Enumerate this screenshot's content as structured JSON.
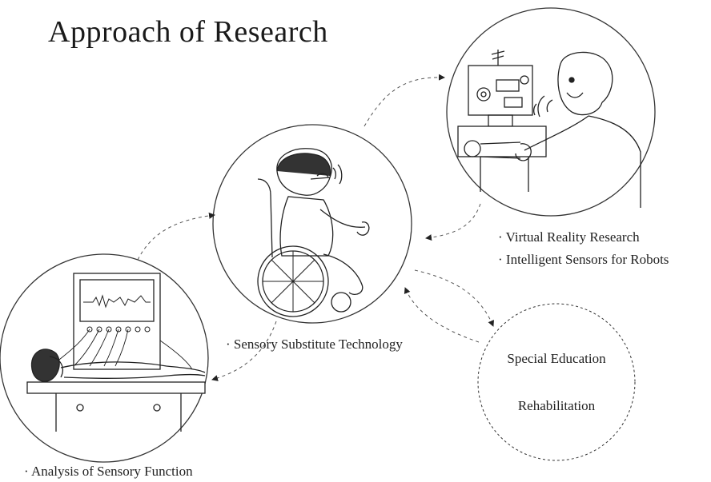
{
  "title": "Approach of Research",
  "labels": {
    "virtual_reality": "· Virtual Reality Research",
    "intelligent_sensors": "· Intelligent Sensors for Robots",
    "sensory_substitute": "· Sensory Substitute Technology",
    "special_education": "Special Education",
    "rehabilitation": "Rehabilitation",
    "analysis": "· Analysis of Sensory Function"
  },
  "colors": {
    "ink": "#222222",
    "dash": "#555555"
  }
}
